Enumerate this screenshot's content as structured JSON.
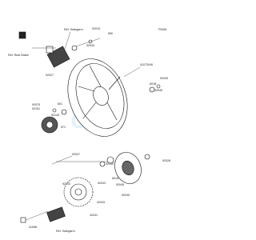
{
  "diagram_id": "F0006",
  "watermark": "OEM",
  "labels": {
    "ref_swingarm_top": "Ref. Swingarm",
    "ref_rear_brake": "Ref. Rear Brake",
    "ref_swingarm_bottom": "Ref. Swingarm",
    "p_92015": "92015",
    "p_550": "550",
    "p_92043": "92043",
    "p_92027": "92027",
    "p_41073": "41073/4/6",
    "p_92049_a": "92049",
    "p_601b": "601B",
    "p_92045": "92045",
    "p_92075": "92075",
    "p_92151": "92151",
    "p_92145": "92145",
    "p_601": "601",
    "p_671": "671",
    "p_92027_b": "92027",
    "p_92210": "92210",
    "p_41068": "41068",
    "p_92043_b": "92043",
    "p_92049_b": "92049",
    "p_601a": "601A",
    "p_92045_b": "92045",
    "p_42033": "42033",
    "p_92026": "92026",
    "p_42041": "42041",
    "p_92045_c": "92045"
  }
}
